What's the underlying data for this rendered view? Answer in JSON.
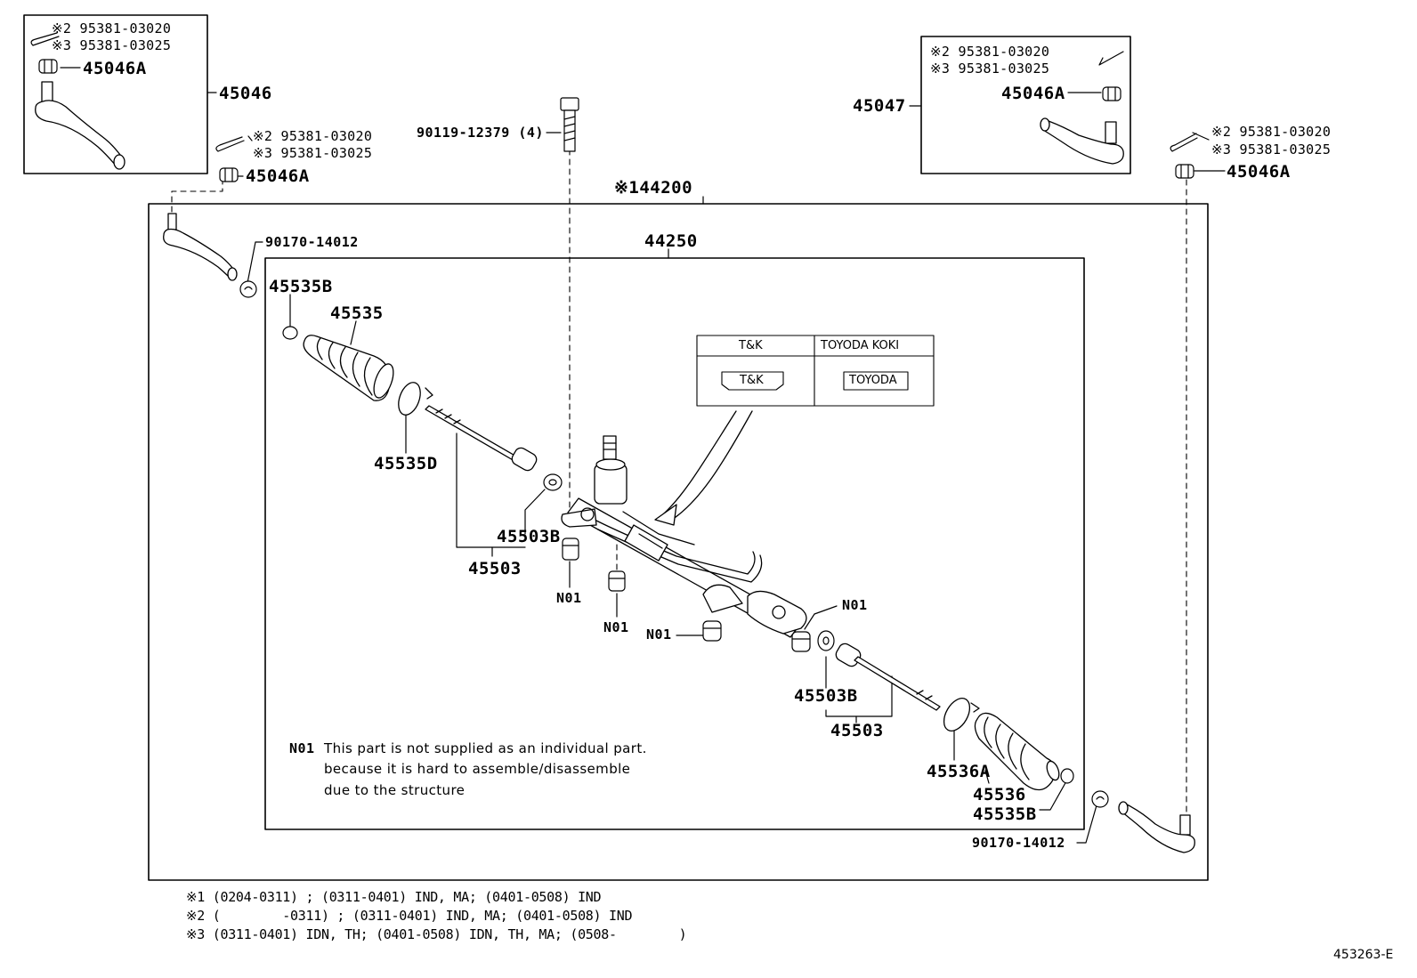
{
  "diagram": {
    "assembly_code": "※144200",
    "subassembly_code": "44250",
    "illustration_id": "453263-E",
    "top_left_box": {
      "part_number": "45046",
      "note_line_1": "※2 95381-03020",
      "note_line_2": "※3 95381-03025",
      "nut": "45046A"
    },
    "top_right_box": {
      "part_number": "45047",
      "note_line_1": "※2 95381-03020",
      "note_line_2": "※3 95381-03025",
      "nut": "45046A"
    },
    "left_outer": {
      "note_line_1": "※2 95381-03020",
      "note_line_2": "※3 95381-03025",
      "nut": "45046A"
    },
    "right_outer": {
      "note_line_1": "※2 95381-03020",
      "note_line_2": "※3 95381-03025",
      "nut": "45046A"
    },
    "bolt": "90119-12379 (4)",
    "parts": {
      "cap_left": "90170-14012",
      "clip_left": "45535B",
      "boot_left": "45535",
      "clamp_left": "45535D",
      "washer_left": "45503B",
      "rod_left": "45503",
      "n01_a": "N01",
      "n01_b": "N01",
      "n01_c": "N01",
      "n01_d": "N01",
      "washer_right": "45503B",
      "rod_right": "45503",
      "clamp_right": "45536A",
      "boot_right": "45536",
      "clip_right": "45535B",
      "cap_right": "90170-14012"
    },
    "maker_table": {
      "col1_header": "T&K",
      "col2_header": "TOYODA KOKI",
      "col1_mark": "T&K",
      "col2_mark": "TOYODA"
    },
    "n01_note": {
      "code": "N01",
      "line_1": "This part is not supplied as an individual part.",
      "line_2": "because it is hard to assemble/disassemble",
      "line_3": "due to the structure"
    },
    "footnotes": [
      "※1 (0204-0311) ; (0311-0401) IND, MA; (0401-0508) IND",
      "※2 (        -0311) ; (0311-0401) IND, MA; (0401-0508) IND",
      "※3 (0311-0401) IDN, TH; (0401-0508) IDN, TH, MA; (0508-        )"
    ]
  }
}
